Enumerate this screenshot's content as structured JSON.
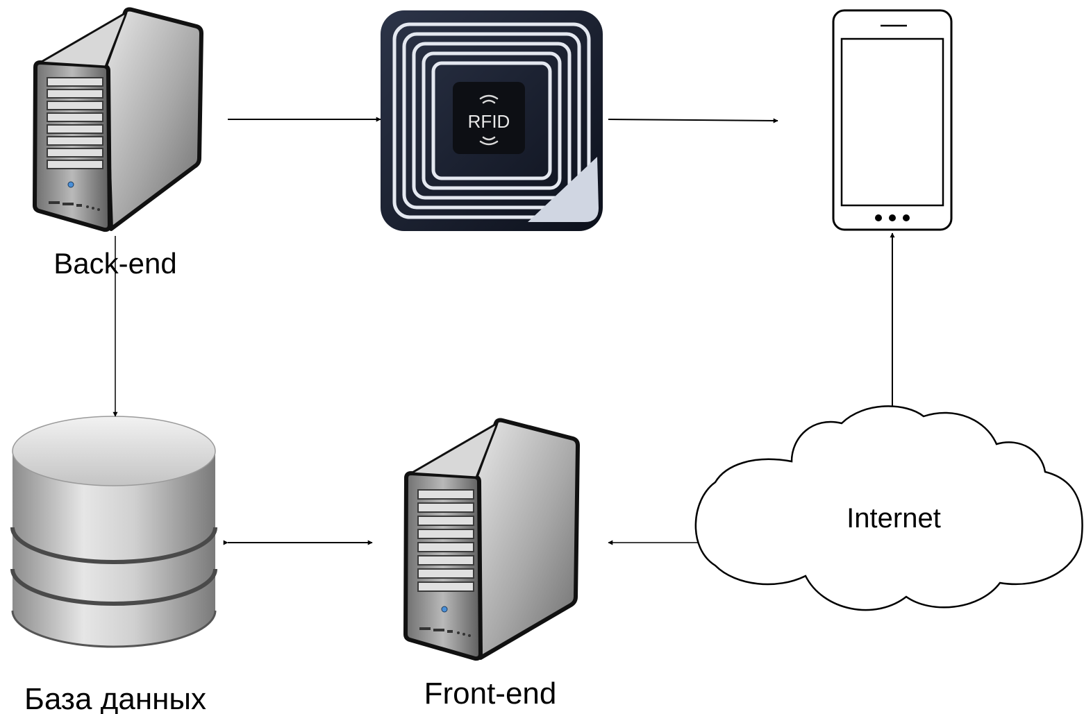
{
  "nodes": {
    "backend": {
      "label": "Back-end",
      "icon": "server-tower-icon"
    },
    "rfid": {
      "label": "RFID",
      "icon": "rfid-tag-icon"
    },
    "phone": {
      "icon": "smartphone-icon"
    },
    "database": {
      "label": "База данных",
      "icon": "database-cylinder-icon"
    },
    "frontend": {
      "label": "Front-end",
      "icon": "server-tower-icon"
    },
    "internet": {
      "label": "Internet",
      "icon": "cloud-icon"
    }
  },
  "edges": [
    {
      "from": "backend",
      "to": "rfid",
      "direction": "forward"
    },
    {
      "from": "rfid",
      "to": "phone",
      "direction": "forward"
    },
    {
      "from": "backend",
      "to": "database",
      "direction": "forward"
    },
    {
      "from": "database",
      "to": "frontend",
      "direction": "both"
    },
    {
      "from": "internet",
      "to": "frontend",
      "direction": "forward"
    },
    {
      "from": "internet",
      "to": "phone",
      "direction": "forward"
    }
  ],
  "colors": {
    "line": "#000000",
    "rfid_dark": "#141a2a",
    "server_body": "#9a9a9a",
    "db_silver": "#c8c8c8"
  }
}
